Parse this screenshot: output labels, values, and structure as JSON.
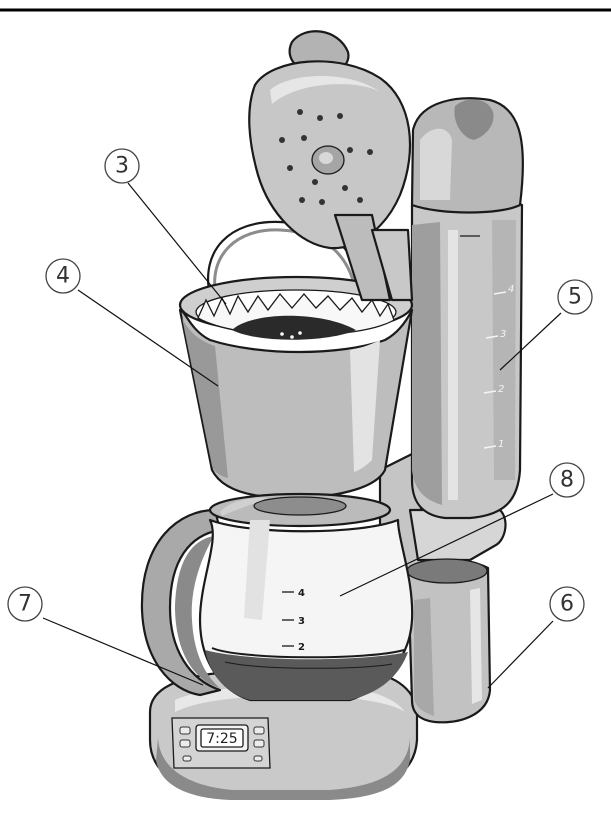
{
  "callouts": [
    {
      "id": "3",
      "label": "3"
    },
    {
      "id": "4",
      "label": "4"
    },
    {
      "id": "5",
      "label": "5"
    },
    {
      "id": "6",
      "label": "6"
    },
    {
      "id": "7",
      "label": "7"
    },
    {
      "id": "8",
      "label": "8"
    }
  ],
  "reservoir_scale": [
    "4",
    "3",
    "2",
    "1"
  ],
  "carafe_scale": [
    "4",
    "3",
    "2"
  ],
  "display": {
    "time": "7:25"
  }
}
